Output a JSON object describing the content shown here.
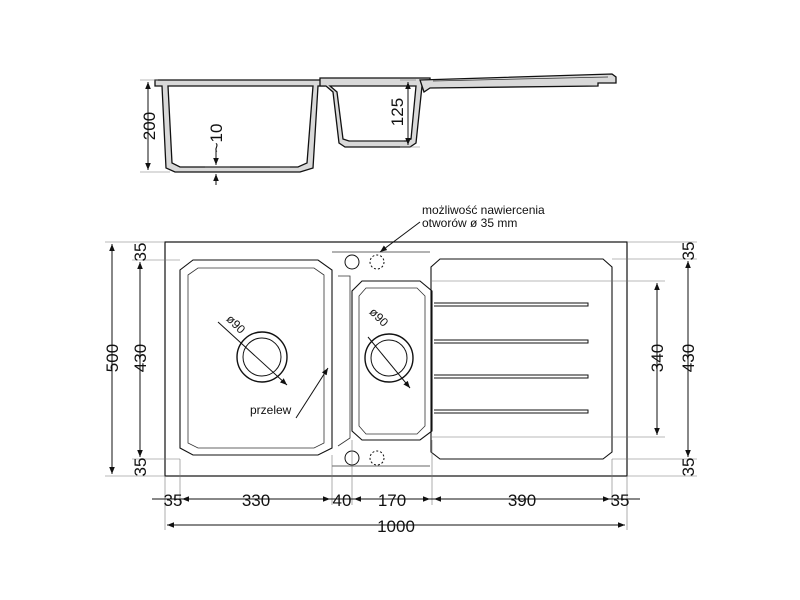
{
  "section": {
    "depth_total": "200",
    "depth_small": "125",
    "drain_offset": "~10"
  },
  "plan": {
    "left": {
      "total_depth": "500",
      "bowl_depth": "430",
      "rim_top": "35",
      "rim_bottom": "35"
    },
    "right": {
      "small_bowl_depth": "340",
      "drainer_depth": "430",
      "rim_top": "35",
      "rim_bottom": "35"
    },
    "bottom": {
      "left_rim": "35",
      "big_bowl_width": "330",
      "divider": "40",
      "small_bowl_width": "170",
      "drainer_width": "390",
      "right_rim": "35",
      "overall_width": "1000"
    },
    "drain_big": "ø90",
    "drain_small": "ø90",
    "overflow_label": "przelew",
    "holes_note_line1": "możliwość nawiercenia",
    "holes_note_line2": "otworów ø 35 mm"
  }
}
